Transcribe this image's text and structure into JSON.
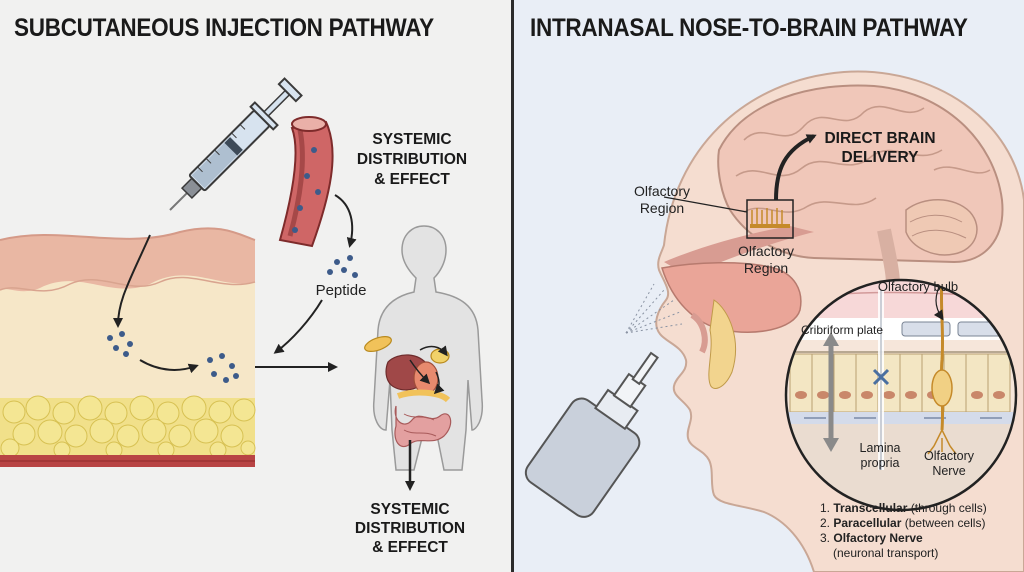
{
  "subcutaneous": {
    "title": "SUBCUTANEOUS INJECTION PATHWAY",
    "systemic_top": [
      "SYSTEMIC",
      "DISTRIBUTION",
      "& EFFECT"
    ],
    "peptide_label": "Peptide",
    "systemic_bottom": [
      "SYSTEMIC",
      "DISTRIBUTION",
      "& EFFECT"
    ]
  },
  "intranasal": {
    "title": "INTRANASAL NOSE-TO-BRAIN PATHWAY",
    "direct_delivery": [
      "DIRECT BRAIN",
      "DELIVERY"
    ],
    "olfactory_region_left": [
      "Olfactory",
      "Region"
    ],
    "olfactory_region_inner": [
      "Olfactory",
      "Region"
    ],
    "olfactory_bulb": "Olfactory bulb",
    "cribriform_plate": "Cribriform plate",
    "lamina_propria": [
      "Lamina",
      "propria"
    ],
    "olfactory_nerve": [
      "Olfactory",
      "Nerve"
    ],
    "routes": [
      {
        "num": "1.",
        "bold": "Transcellular",
        "rest": " (through cells)"
      },
      {
        "num": "2.",
        "bold": "Paracellular",
        "rest": " (between cells)"
      },
      {
        "num": "3.",
        "bold": "Olfactory Nerve",
        "rest": ""
      }
    ],
    "route3_detail": "(neuronal transport)"
  }
}
